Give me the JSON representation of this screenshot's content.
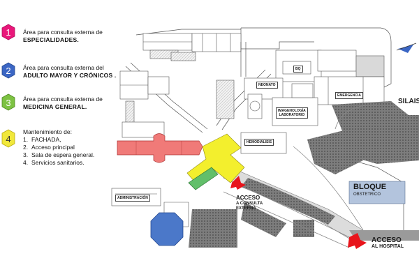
{
  "legend": {
    "items": [
      {
        "number": "1",
        "color": "#e9177a",
        "line1": "Área para consulta externa de",
        "line2": "ESPECIALIDADES."
      },
      {
        "number": "2",
        "color": "#3b66c4",
        "line1": "Área para consulta externa del",
        "line2": "ADULTO MAYOR Y CRÓNICOS ."
      },
      {
        "number": "3",
        "color": "#7dc242",
        "line1": "Área para consulta externa de",
        "line2": "MEDICINA GENERAL."
      },
      {
        "number": "4",
        "color": "#f1e83b",
        "line1": "Mantenimiento de:",
        "line2": ""
      }
    ],
    "maintenance_items": [
      {
        "n": "1.",
        "text": "FACHADA,"
      },
      {
        "n": "2.",
        "text": "Acceso principal"
      },
      {
        "n": "3.",
        "text": "Sala de espera general."
      },
      {
        "n": "4.",
        "text": "Servicios sanitarios."
      }
    ]
  },
  "labels": {
    "bq": "BQ",
    "neonato": "NEONATO",
    "emergencia": "EMERGENCIA",
    "silais": "SILAIS",
    "imagenologia_1": "IMAGENOLOGÍA",
    "imagenologia_2": "LABORATORIO",
    "hemodialisis": "HEMODIALISIS",
    "administracion": "ADMINISTRACIÓN",
    "acceso_consulta_1": "ACCESO",
    "acceso_consulta_2": "A CONSULTA",
    "acceso_consulta_3": "EXTERNA",
    "bloque_1": "BLOQUE",
    "bloque_2": "OBSTETRICO",
    "acceso_hospital_1": "ACCESO",
    "acceso_hospital_2": "AL HOSPITAL"
  },
  "colors": {
    "especialidades": "#f07a78",
    "adulto_mayor": "#4b78c9",
    "medicina_general": "#62bf6a",
    "mantenimiento": "#f3ef2d",
    "arrow_red": "#e8141b",
    "gray_block": "#8a8a8a",
    "light_gray": "#d9d9d9",
    "bloque_bg": "#b3c4dd"
  }
}
